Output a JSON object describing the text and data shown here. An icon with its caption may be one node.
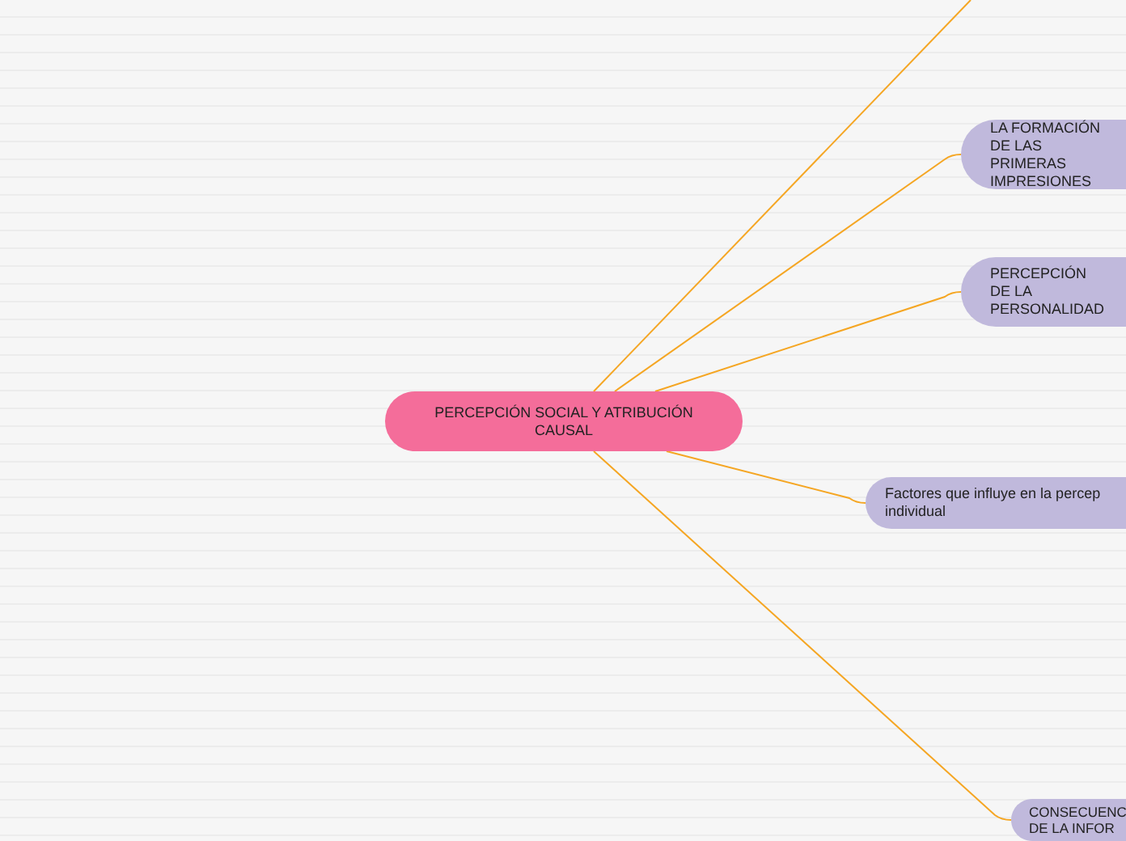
{
  "diagram": {
    "nodes": [
      {
        "text": [
          "PERCEPCIÓN SOCIAL Y ATRIBUCIÓN CAUSAL"
        ]
      },
      {
        "text": [
          "LA FORMACIÓN DE LAS PRIMERAS IMPRESIONES"
        ]
      },
      {
        "text": [
          "PERCEPCIÓN DE LA PERSONALIDAD"
        ]
      },
      {
        "text": [
          "Factores que influye en la percep individual"
        ]
      },
      {
        "text": [
          "CONSECUENC DE LA INFOR"
        ]
      }
    ],
    "edges": [
      {
        "from": 0,
        "to": null,
        "arrow": "none"
      },
      {
        "from": 0,
        "to": 1,
        "arrow": "none"
      },
      {
        "from": 0,
        "to": 2,
        "arrow": "none"
      },
      {
        "from": 0,
        "to": 3,
        "arrow": "none"
      },
      {
        "from": 0,
        "to": 4,
        "arrow": "none"
      }
    ]
  }
}
